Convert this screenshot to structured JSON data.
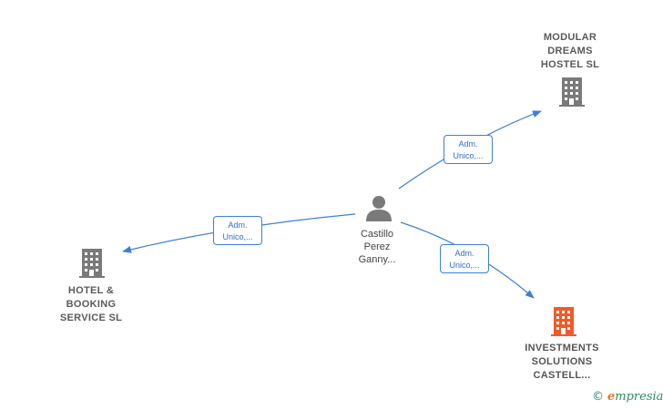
{
  "colors": {
    "edge": "#3d7fd6",
    "building_default": "#7a7a7a",
    "building_highlight": "#f05a28",
    "person": "#7a7a7a"
  },
  "center": {
    "icon": "person-icon",
    "lines": [
      "Castillo",
      "Perez",
      "Ganny..."
    ]
  },
  "companies": [
    {
      "id": "modular",
      "icon": "building-icon",
      "lines": [
        "MODULAR",
        "DREAMS",
        "HOSTEL  SL"
      ],
      "highlight": false
    },
    {
      "id": "hotel",
      "icon": "building-icon",
      "lines": [
        "HOTEL &",
        "BOOKING",
        "SERVICE  SL"
      ],
      "highlight": false
    },
    {
      "id": "investments",
      "icon": "building-icon",
      "lines": [
        "INVESTMENTS",
        "SOLUTIONS",
        "CASTELL..."
      ],
      "highlight": true
    }
  ],
  "edges": [
    {
      "to": "modular",
      "lines": [
        "Adm.",
        "Unico,..."
      ]
    },
    {
      "to": "hotel",
      "lines": [
        "Adm.",
        "Unico,..."
      ]
    },
    {
      "to": "investments",
      "lines": [
        "Adm.",
        "Unico,..."
      ]
    }
  ],
  "brand": {
    "copyright": "©",
    "name_first": "e",
    "name_rest": "mpresia"
  }
}
